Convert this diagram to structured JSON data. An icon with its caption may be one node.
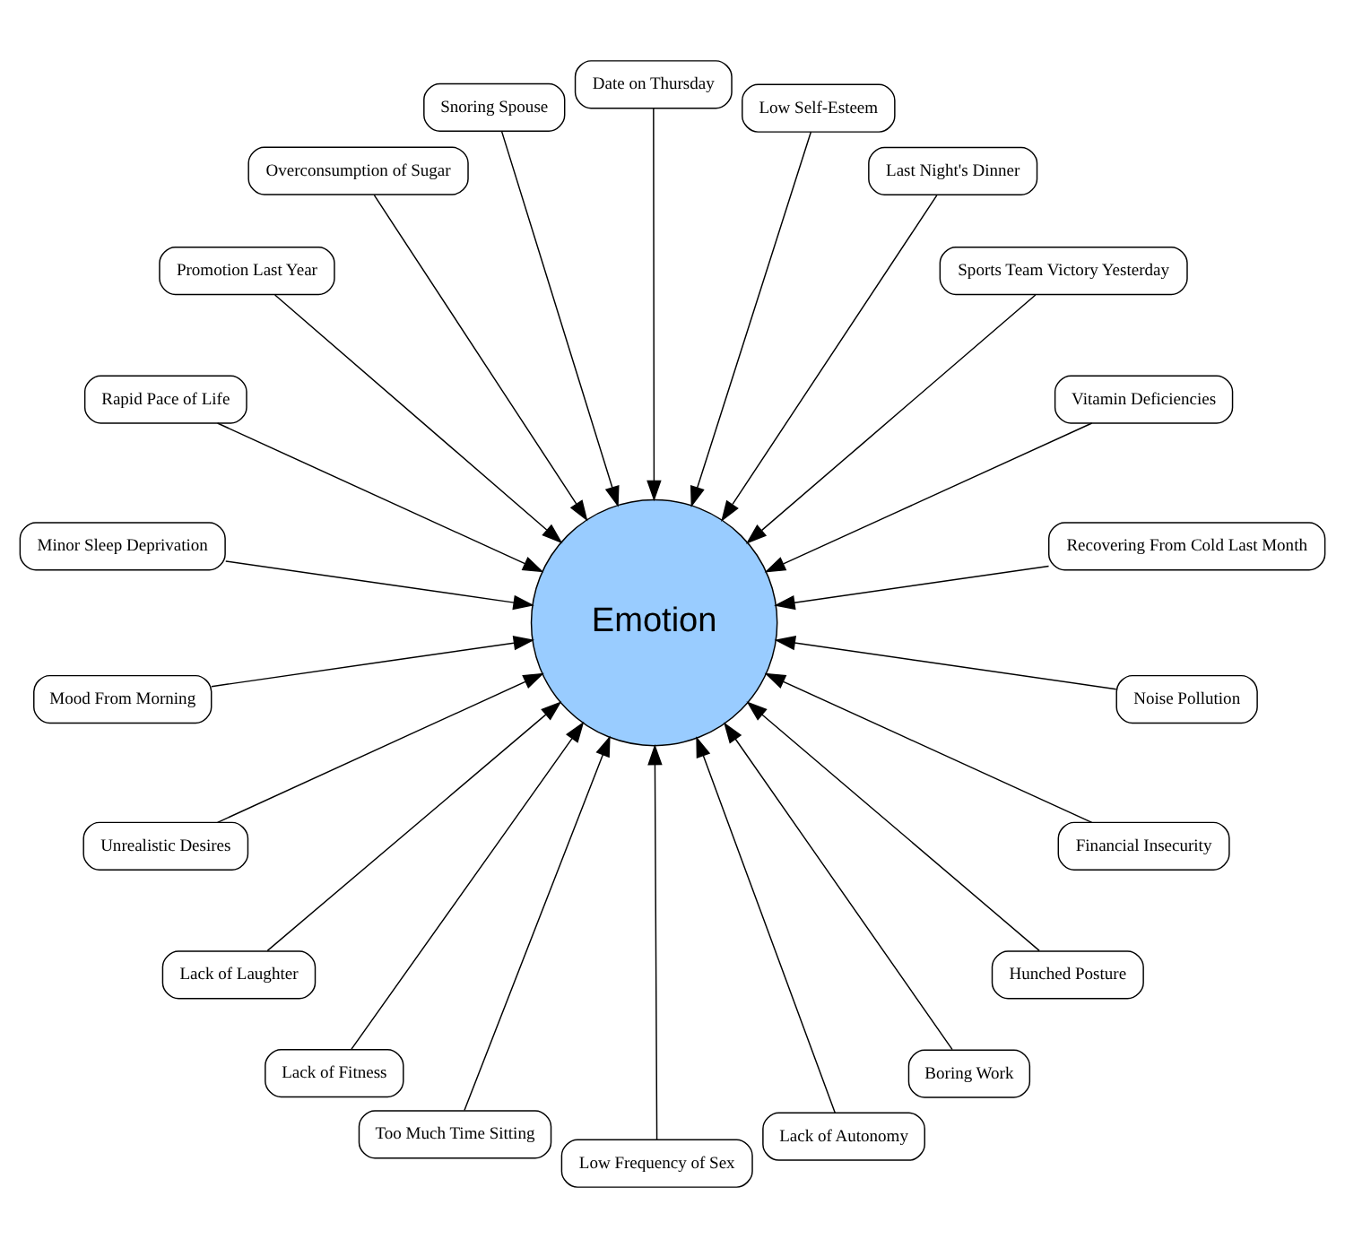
{
  "diagram": {
    "nodes": [
      {
        "text": [
          "Emotion"
        ]
      },
      {
        "text": [
          "Recovering From Cold Last Month"
        ]
      },
      {
        "text": [
          "Vitamin Deficiencies"
        ]
      },
      {
        "text": [
          "Sports Team Victory Yesterday"
        ]
      },
      {
        "text": [
          "Last Night's Dinner"
        ]
      },
      {
        "text": [
          "Low Self-Esteem"
        ]
      },
      {
        "text": [
          "Date on Thursday"
        ]
      },
      {
        "text": [
          "Snoring Spouse"
        ]
      },
      {
        "text": [
          "Overconsumption of Sugar"
        ]
      },
      {
        "text": [
          "Promotion Last Year"
        ]
      },
      {
        "text": [
          "Rapid Pace of Life"
        ]
      },
      {
        "text": [
          "Minor Sleep Deprivation"
        ]
      },
      {
        "text": [
          "Mood From Morning"
        ]
      },
      {
        "text": [
          "Unrealistic Desires"
        ]
      },
      {
        "text": [
          "Lack of Laughter"
        ]
      },
      {
        "text": [
          "Lack of Fitness"
        ]
      },
      {
        "text": [
          "Too Much Time Sitting"
        ]
      },
      {
        "text": [
          "Low Frequency of Sex"
        ]
      },
      {
        "text": [
          "Lack of Autonomy"
        ]
      },
      {
        "text": [
          "Boring Work"
        ]
      },
      {
        "text": [
          "Hunched Posture"
        ]
      },
      {
        "text": [
          "Financial Insecurity"
        ]
      },
      {
        "text": [
          "Noise Pollution"
        ]
      }
    ],
    "edges": [
      {
        "from": 1,
        "to": 0,
        "arrow": "to"
      },
      {
        "from": 2,
        "to": 0,
        "arrow": "to"
      },
      {
        "from": 3,
        "to": 0,
        "arrow": "to"
      },
      {
        "from": 4,
        "to": 0,
        "arrow": "to"
      },
      {
        "from": 5,
        "to": 0,
        "arrow": "to"
      },
      {
        "from": 6,
        "to": 0,
        "arrow": "to"
      },
      {
        "from": 7,
        "to": 0,
        "arrow": "to"
      },
      {
        "from": 8,
        "to": 0,
        "arrow": "to"
      },
      {
        "from": 9,
        "to": 0,
        "arrow": "to"
      },
      {
        "from": 10,
        "to": 0,
        "arrow": "to"
      },
      {
        "from": 11,
        "to": 0,
        "arrow": "to"
      },
      {
        "from": 12,
        "to": 0,
        "arrow": "to"
      },
      {
        "from": 13,
        "to": 0,
        "arrow": "to"
      },
      {
        "from": 14,
        "to": 0,
        "arrow": "to"
      },
      {
        "from": 15,
        "to": 0,
        "arrow": "to"
      },
      {
        "from": 16,
        "to": 0,
        "arrow": "to"
      },
      {
        "from": 17,
        "to": 0,
        "arrow": "to"
      },
      {
        "from": 18,
        "to": 0,
        "arrow": "to"
      },
      {
        "from": 19,
        "to": 0,
        "arrow": "to"
      },
      {
        "from": 20,
        "to": 0,
        "arrow": "to"
      },
      {
        "from": 21,
        "to": 0,
        "arrow": "to"
      },
      {
        "from": 22,
        "to": 0,
        "arrow": "to"
      }
    ]
  }
}
